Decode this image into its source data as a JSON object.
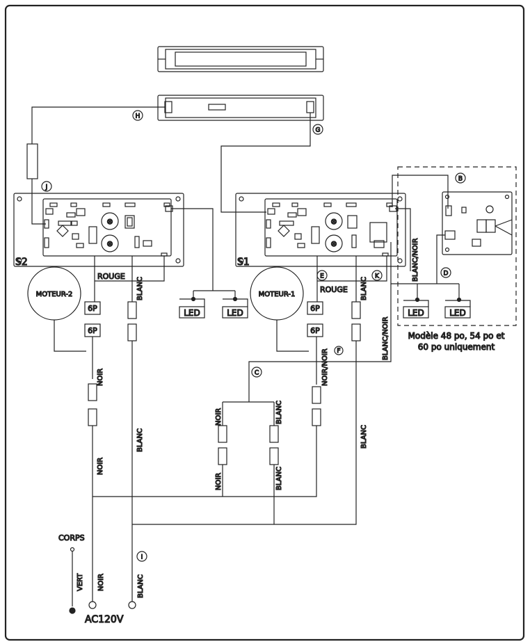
{
  "boards": {
    "s2": "S2",
    "s1": "S1"
  },
  "motors": {
    "m2": "MOTEUR-2",
    "m1": "MOTEUR-1"
  },
  "connector_6p": "6P",
  "led": "LED",
  "wires": {
    "rouge": "ROUGE",
    "blanc": "BLANC",
    "noir": "NOIR",
    "blanc_noir": "BLANC/NOIR",
    "noir_noir": "NOIR/NOIR",
    "vert": "VERT"
  },
  "corps": "CORPS",
  "supply": "AC120V",
  "markers": {
    "a": "H",
    "b": "G",
    "c": "J",
    "d": "B",
    "e": "E",
    "f": "K",
    "g": "D",
    "h": "C",
    "i": "I",
    "j": "F"
  },
  "note_lines": [
    "Modèle 48 po, 54 po et",
    "60 po uniquement"
  ]
}
